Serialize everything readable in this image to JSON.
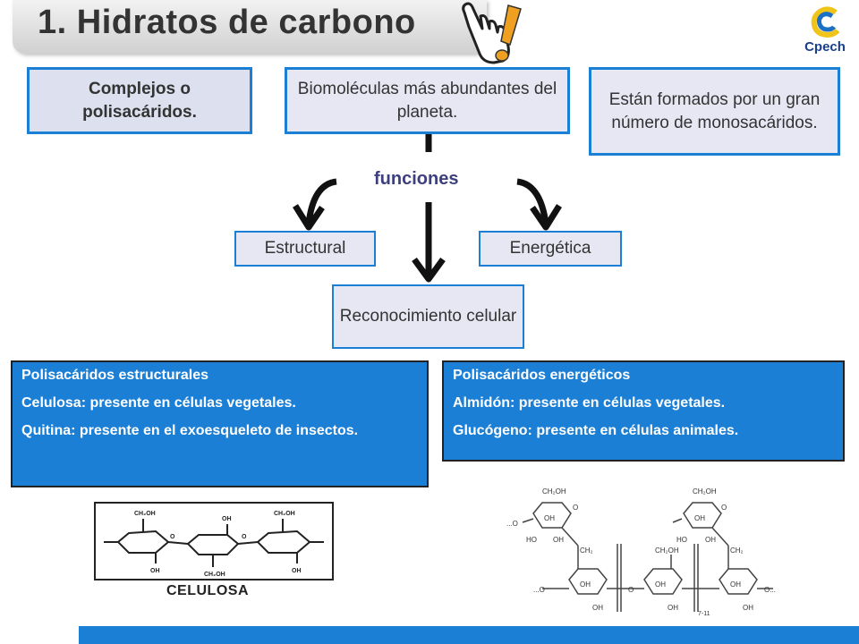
{
  "header": {
    "title": "1.  Hidratos de carbono",
    "logo_text": "Cpech"
  },
  "concept_map": {
    "left_box": "Complejos o polisacáridos.",
    "center_box": "Biomoléculas más abundantes del planeta.",
    "right_box": "Están formados por un gran número de monosacáridos.",
    "functions_label": "funciones",
    "functions": {
      "estructural": "Estructural",
      "energetica": "Energética",
      "reconocimiento": "Reconocimiento celular"
    }
  },
  "panels": {
    "estructurales": {
      "title": "Polisacáridos estructurales",
      "line1": "Celulosa: presente en células vegetales.",
      "line2": "Quitina: presente en el exoesqueleto de insectos."
    },
    "energeticos": {
      "title": "Polisacáridos energéticos",
      "line1": "Almidón: presente en células vegetales.",
      "line2": "Glucógeno: presente en células animales."
    }
  },
  "figures": {
    "celulosa_label": "CELULOSA",
    "ch2oh": "CH₂OH",
    "oh": "OH",
    "ho": "HO",
    "ch2": "CH₂",
    "o": "O",
    "dots_o": "...O",
    "o_dots": "O...",
    "figure_code": "7-11"
  },
  "colors": {
    "accent_blue": "#1c7fd6",
    "box_fill": "#e6e7f3",
    "functions_text": "#3d3f7f",
    "hand_orange": "#f0a020"
  }
}
